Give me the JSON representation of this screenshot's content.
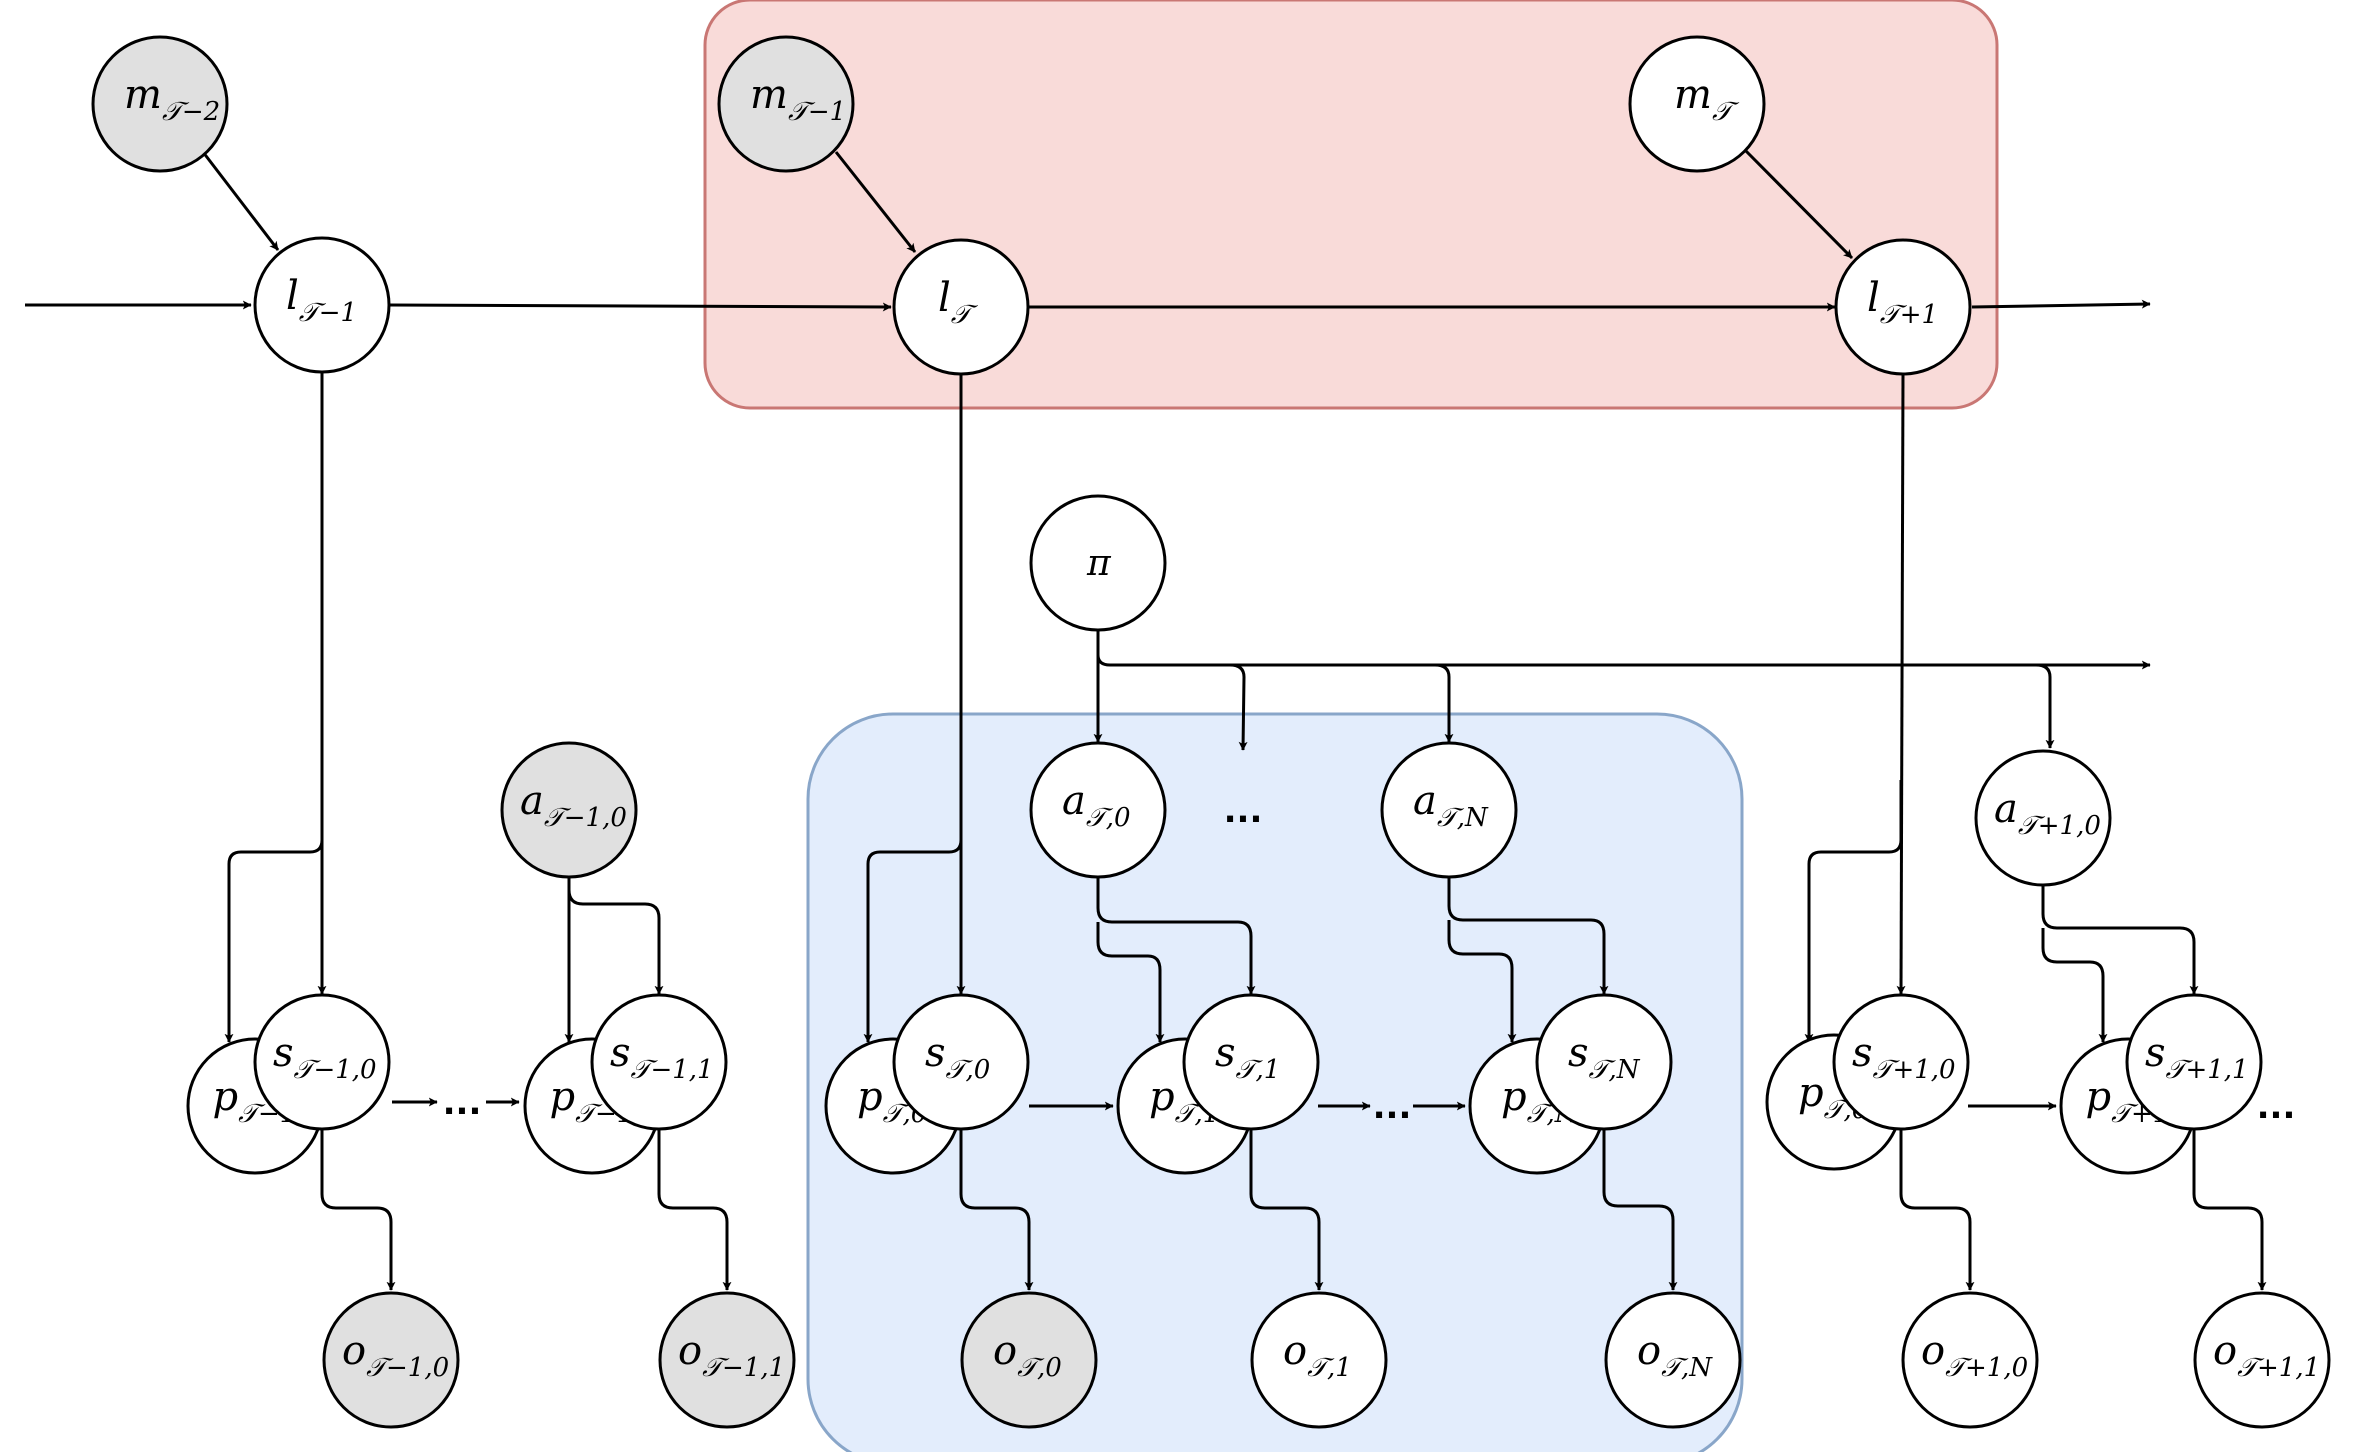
{
  "colors": {
    "group_red_fill": "#f9dbd9",
    "group_red_stroke": "#c97774",
    "group_blue_fill": "#e3edfc",
    "group_blue_stroke": "#89a6c9",
    "observed_node_fill": "#e0e0e0",
    "latent_node_fill": "#ffffff",
    "edge": "#000000"
  },
  "nodes": [
    {
      "id": "m_Tm2",
      "base": "m",
      "sub": "𝒯−2",
      "shaded": true
    },
    {
      "id": "m_Tm1",
      "base": "m",
      "sub": "𝒯−1",
      "shaded": true
    },
    {
      "id": "m_T",
      "base": "m",
      "sub": "𝒯",
      "shaded": false
    },
    {
      "id": "l_Tm1",
      "base": "l",
      "sub": "𝒯−1",
      "shaded": false
    },
    {
      "id": "l_T",
      "base": "l",
      "sub": "𝒯",
      "shaded": false
    },
    {
      "id": "l_Tp1",
      "base": "l",
      "sub": "𝒯+1",
      "shaded": false
    },
    {
      "id": "pi",
      "base": "π",
      "sub": "",
      "shaded": false
    },
    {
      "id": "a_Tm1_0",
      "base": "a",
      "sub": "𝒯−1,0",
      "shaded": true
    },
    {
      "id": "a_T_0",
      "base": "a",
      "sub": "𝒯,0",
      "shaded": false
    },
    {
      "id": "a_T_N",
      "base": "a",
      "sub": "𝒯,N",
      "shaded": false
    },
    {
      "id": "a_Tp1_0",
      "base": "a",
      "sub": "𝒯+1,0",
      "shaded": false
    },
    {
      "id": "p_Tm1_0",
      "base": "p",
      "sub": "𝒯−1,",
      "shaded": false
    },
    {
      "id": "s_Tm1_0",
      "base": "s",
      "sub": "𝒯−1,0",
      "shaded": false
    },
    {
      "id": "p_Tm1_1",
      "base": "p",
      "sub": "𝒯−1,",
      "shaded": false
    },
    {
      "id": "s_Tm1_1",
      "base": "s",
      "sub": "𝒯−1,1",
      "shaded": false
    },
    {
      "id": "p_T_0",
      "base": "p",
      "sub": "𝒯,0",
      "shaded": false
    },
    {
      "id": "s_T_0",
      "base": "s",
      "sub": "𝒯,0",
      "shaded": false
    },
    {
      "id": "p_T_1",
      "base": "p",
      "sub": "𝒯,1",
      "shaded": false
    },
    {
      "id": "s_T_1",
      "base": "s",
      "sub": "𝒯,1",
      "shaded": false
    },
    {
      "id": "p_T_N",
      "base": "p",
      "sub": "𝒯,N",
      "shaded": false
    },
    {
      "id": "s_T_N",
      "base": "s",
      "sub": "𝒯,N",
      "shaded": false
    },
    {
      "id": "p_Tp1_0",
      "base": "p",
      "sub": "𝒯,0",
      "shaded": false
    },
    {
      "id": "s_Tp1_0",
      "base": "s",
      "sub": "𝒯+1,0",
      "shaded": false
    },
    {
      "id": "p_Tp1_1",
      "base": "p",
      "sub": "𝒯+1,",
      "shaded": false
    },
    {
      "id": "s_Tp1_1",
      "base": "s",
      "sub": "𝒯+1,1",
      "shaded": false
    },
    {
      "id": "o_Tm1_0",
      "base": "o",
      "sub": "𝒯−1,0",
      "shaded": true
    },
    {
      "id": "o_Tm1_1",
      "base": "o",
      "sub": "𝒯−1,1",
      "shaded": true
    },
    {
      "id": "o_T_0",
      "base": "o",
      "sub": "𝒯,0",
      "shaded": true
    },
    {
      "id": "o_T_1",
      "base": "o",
      "sub": "𝒯,1",
      "shaded": false
    },
    {
      "id": "o_T_N",
      "base": "o",
      "sub": "𝒯,N",
      "shaded": false
    },
    {
      "id": "o_Tp1_0",
      "base": "o",
      "sub": "𝒯+1,0",
      "shaded": false
    },
    {
      "id": "o_Tp1_1",
      "base": "o",
      "sub": "𝒯+1,1",
      "shaded": false
    }
  ],
  "ellipses": [
    {
      "id": "dots_Tm1",
      "text": "..."
    },
    {
      "id": "dots_a_T",
      "text": "..."
    },
    {
      "id": "dots_T",
      "text": "..."
    },
    {
      "id": "dots_Tp1",
      "text": "..."
    }
  ]
}
